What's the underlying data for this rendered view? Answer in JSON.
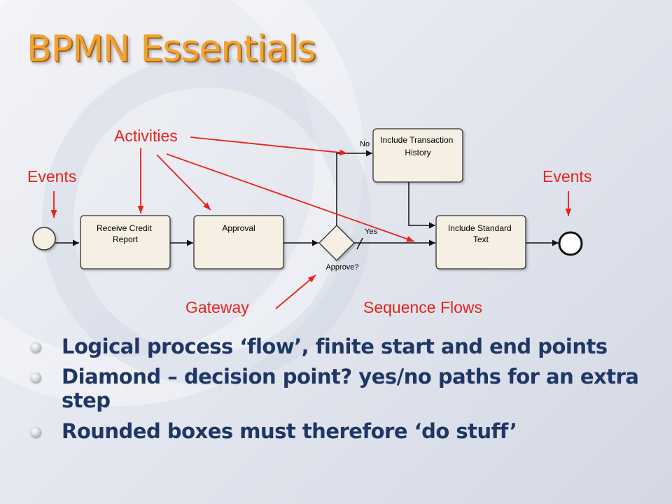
{
  "slide": {
    "title": "BPMN Essentials",
    "colors": {
      "title": "#f2a232",
      "callout": "#e8221a",
      "bullet_text": "#1f3766",
      "shape_fill": "#f5efe4"
    }
  },
  "diagram": {
    "callouts": {
      "activities": "Activities",
      "events_left": "Events",
      "events_right": "Events",
      "gateway": "Gateway",
      "sequence_flows": "Sequence Flows"
    },
    "nodes": {
      "receive_credit_report": [
        "Receive Credit",
        "Report"
      ],
      "approval": [
        "Approval"
      ],
      "include_transaction_history": [
        "Include Transaction",
        "History"
      ],
      "include_standard_text": [
        "Include Standard",
        "Text"
      ],
      "gateway_label": "Approve?"
    },
    "flow_labels": {
      "no": "No",
      "yes": "Yes"
    }
  },
  "bullets": [
    "Logical process ‘flow’, finite start and end points",
    "Diamond – decision point? yes/no paths for an extra step",
    "Rounded boxes must therefore ‘do stuff’"
  ]
}
